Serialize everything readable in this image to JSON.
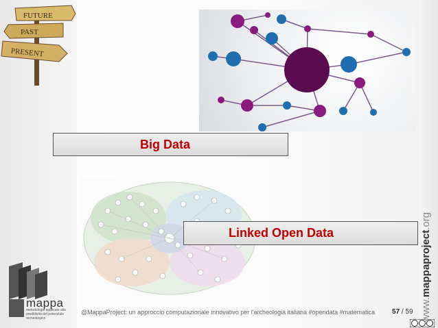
{
  "signpost": {
    "future": "FUTURE",
    "past": "PAST",
    "present": "PRESENT"
  },
  "banners": {
    "big_data": "Big Data",
    "linked_open_data": "Linked Open Data"
  },
  "logo": {
    "word": "mappa",
    "tagline": "metodologie applicate alla predittività del potenziale archeologico"
  },
  "footer": {
    "text": "@MappaProject: un approccio computazionale innovativo per l'archeologia italiana #opendata #matematica",
    "page_current": "57",
    "page_sep": " / ",
    "page_total": "59"
  },
  "sidebar_url": {
    "prefix": "www.",
    "bold": "mappaproject",
    "suffix": ".org"
  },
  "colors": {
    "banner_text": "#c00000",
    "node_purple": "#8b1a7f",
    "node_blue": "#1f77b4",
    "hub": "#5a0a4f"
  }
}
